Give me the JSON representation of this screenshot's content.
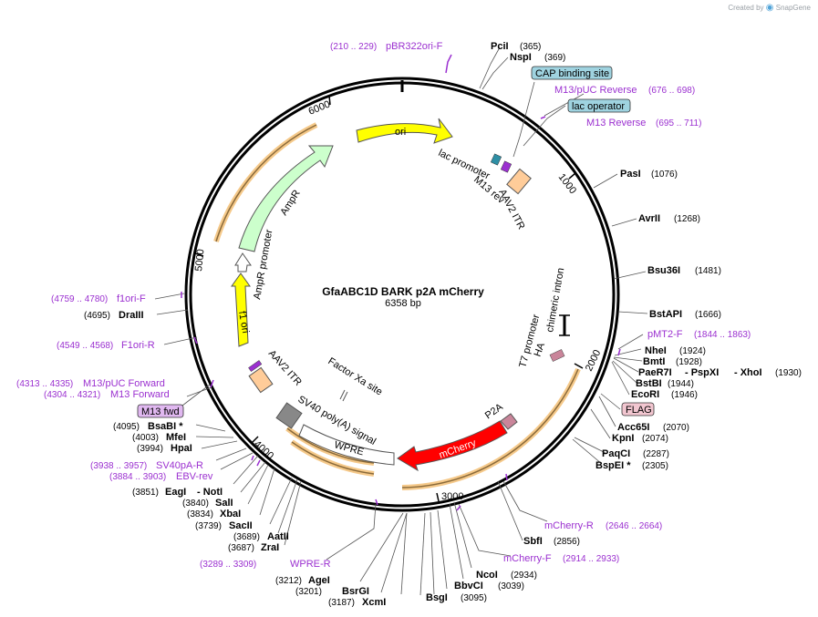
{
  "brand": {
    "prefix": "Created by",
    "name": "SnapGene"
  },
  "plasmid": {
    "name": "GfaABC1D BARK p2A mCherry",
    "size": "6358 bp"
  },
  "ticks": [
    "1000",
    "2000",
    "3000",
    "4000",
    "5000",
    "6000"
  ],
  "enzymes": [
    {
      "name": "PciI",
      "pos": "(365)"
    },
    {
      "name": "NspI",
      "pos": "(369)"
    },
    {
      "name": "PasI",
      "pos": "(1076)"
    },
    {
      "name": "AvrII",
      "pos": "(1268)"
    },
    {
      "name": "Bsu36I",
      "pos": "(1481)"
    },
    {
      "name": "BstAPI",
      "pos": "(1666)"
    },
    {
      "name": "NheI",
      "pos": "(1924)"
    },
    {
      "name": "BmtI",
      "pos": "(1928)"
    },
    {
      "name": "PaeR7I",
      "pos": ""
    },
    {
      "name": "- PspXI",
      "pos": ""
    },
    {
      "name": "- XhoI",
      "pos": "(1930)"
    },
    {
      "name": "BstBI",
      "pos": "(1944)"
    },
    {
      "name": "EcoRI",
      "pos": "(1946)"
    },
    {
      "name": "Acc65I",
      "pos": "(2070)"
    },
    {
      "name": "KpnI",
      "pos": "(2074)"
    },
    {
      "name": "PaqCI",
      "pos": "(2287)"
    },
    {
      "name": "BspEI *",
      "pos": "(2305)"
    },
    {
      "name": "SbfI",
      "pos": "(2856)"
    },
    {
      "name": "NcoI",
      "pos": "(2934)"
    },
    {
      "name": "BbvCI",
      "pos": "(3039)"
    },
    {
      "name": "BsgI",
      "pos": "(3095)"
    },
    {
      "name": "XcmI",
      "pos": "(3187)"
    },
    {
      "name": "BsrGI",
      "pos": "(3201)"
    },
    {
      "name": "AgeI",
      "pos": "(3212)"
    },
    {
      "name": "ZraI",
      "pos": "(3687)"
    },
    {
      "name": "AatII",
      "pos": "(3689)"
    },
    {
      "name": "SacII",
      "pos": "(3739)"
    },
    {
      "name": "XbaI",
      "pos": "(3834)"
    },
    {
      "name": "SalI",
      "pos": "(3840)"
    },
    {
      "name": "EagI",
      "pos": "(3851)"
    },
    {
      "name": "- NotI",
      "pos": ""
    },
    {
      "name": "HpaI",
      "pos": "(3994)"
    },
    {
      "name": "MfeI",
      "pos": "(4003)"
    },
    {
      "name": "BsaBI *",
      "pos": "(4095)"
    },
    {
      "name": "DraIII",
      "pos": "(4695)"
    }
  ],
  "primers": [
    {
      "name": "pBR322ori-F",
      "pos": "(210 .. 229)"
    },
    {
      "name": "M13/pUC Reverse",
      "pos": "(676 .. 698)"
    },
    {
      "name": "M13 Reverse",
      "pos": "(695 .. 711)"
    },
    {
      "name": "pMT2-F",
      "pos": "(1844 .. 1863)"
    },
    {
      "name": "mCherry-R",
      "pos": "(2646 .. 2664)"
    },
    {
      "name": "mCherry-F",
      "pos": "(2914 .. 2933)"
    },
    {
      "name": "WPRE-R",
      "pos": "(3289 .. 3309)"
    },
    {
      "name": "EBV-rev",
      "pos": "(3884 .. 3903)"
    },
    {
      "name": "SV40pA-R",
      "pos": "(3938 .. 3957)"
    },
    {
      "name": "M13 Forward",
      "pos": "(4304 .. 4321)"
    },
    {
      "name": "M13/pUC Forward",
      "pos": "(4313 .. 4335)"
    },
    {
      "name": "F1ori-R",
      "pos": "(4549 .. 4568)"
    },
    {
      "name": "f1ori-F",
      "pos": "(4759 .. 4780)"
    }
  ],
  "boxed": {
    "cap_binding_site": "CAP binding site",
    "lac_operator": "lac operator",
    "flag": "FLAG",
    "m13_fwd": "M13 fwd"
  },
  "features": {
    "ori": "ori",
    "lac_promoter": "lac promoter",
    "m13_rev": "M13 rev",
    "aav2_itr_top": "AAV2 ITR",
    "chimeric_intron": "chimeric intron",
    "t7_promoter": "T7 promoter",
    "ha": "HA",
    "p2a": "P2A",
    "mcherry": "mCherry",
    "factor_xa": "Factor Xa site",
    "sv40": "SV40 poly(A) signal",
    "wpre": "WPRE",
    "aav2_itr_left": "AAV2 ITR",
    "f1_ori": "f1 ori",
    "ampr_promoter": "AmpR promoter",
    "ampr": "AmpR"
  },
  "colors": {
    "primer": "#9b30d0",
    "ori": "#ffff00",
    "ampr": "#ccffcc",
    "mcherry": "#ff0000",
    "itr": "#ffcc99",
    "flag": "#f2c6d0",
    "blue_box": "#9fd3e0",
    "arc_highlight": "#f5c98a"
  }
}
